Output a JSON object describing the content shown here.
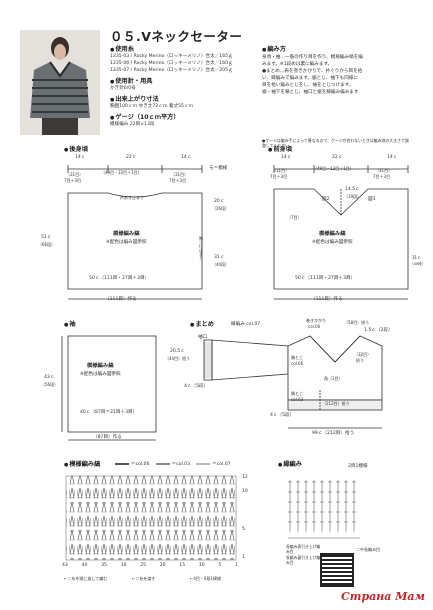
{
  "title": "０５.Vネックセーター",
  "materials": {
    "heading": "使用糸",
    "lines": [
      "1335-03 / Rocky Merino（ロッキーメリノ）合太／165ｇ",
      "1335-06 / Rocky Merino（ロッキーメリノ）合太／160ｇ",
      "1335-07 / Rocky Merino（ロッキーメリノ）合太／205ｇ"
    ],
    "needle_heading": "使用針・用具",
    "needle": "かぎ針6/0号",
    "size_heading": "出来上がり寸法",
    "size": "胸囲100ｃｍ ゆき丈72ｃｍ 着丈55ｃｍ",
    "gauge_heading": "ゲージ（10ｃｍ平方）",
    "gauge": "模様編み 22目×13段"
  },
  "method": {
    "heading": "編み方",
    "lines": [
      "身頃・袖…一筋の作り目を作り、模様編み縞を編",
      "みます。※1段めは裏に編みます。",
      "●まとめ…肩を巻きかがりで、衿ぐりから目を拾",
      "い、縁編みで編みます。脇とじ、袖下も同様に",
      "目を拾い編みとじをし、袖をとじつけます。",
      "裾・袖下を鎖とじ、袖口と裾を縁編み編みます"
    ],
    "note": "●ゲージは編み手によって異なるので、ゲージが合わないときは編み地の大きさで調整してください。"
  },
  "back": {
    "heading": "後身頃",
    "top_14a": "14ｃ",
    "top_22": "22ｃ",
    "top_14b": "14ｃ",
    "sub_a": "（31目）",
    "sub_a2": "7目＋3目",
    "sub_b": "（49目・12目＋1目）",
    "sub_c": "（31目）",
    "sub_c2": "7目＋3目",
    "neck": "衿あき止まり",
    "label": "模様編み縞",
    "label2": "※配色は編み図参照",
    "height": "51ｃ",
    "height_r": "（66段）",
    "side_a": "20ｃ",
    "side_a2": "（26段）",
    "side_b": "31ｃ",
    "side_b2": "（40段）",
    "side_stop": "袖つけ止まり",
    "bottom": "50ｃ（111目・27目＋3目）",
    "cast": "（111目）作る",
    "mark": "モ＝模様"
  },
  "front": {
    "heading": "前身頃",
    "top_14a": "14ｃ",
    "top_22": "22ｃ",
    "top_14b": "14ｃ",
    "sub_a": "（31目）",
    "sub_a2": "7目＋3目",
    "sub_b": "（49目・12目＋1目）",
    "sub_c": "（31目）",
    "sub_c2": "7目＋3目",
    "vdepth": "14.5ｃ",
    "vdepth2": "（19段）",
    "fig1": "図1",
    "fig2": "図2",
    "pick": "（7目）",
    "label": "模様編み縞",
    "label2": "※配色は編み図参照",
    "bottom": "50ｃ（111目・27目＋3目）",
    "cast": "（111目）作る",
    "height": "31ｃ",
    "height2": "（40段）"
  },
  "sleeve": {
    "heading": "袖",
    "height": "43ｃ",
    "height2": "（56段）",
    "label": "模様編み縞",
    "label2": "※配色は編み図参照",
    "bottom": "40ｃ（87目＝21目＋3目）",
    "cast": "（87目）作る"
  },
  "finish": {
    "heading": "まとめ",
    "heading_sub": "縁編み col.07",
    "cuff": "袖口",
    "cuff_w": "20.5ｃ",
    "cuff_w2": "（44目）拾う",
    "cuff_h": "4ｃ（5段）",
    "collar": "巻きかがり",
    "collar2": "col.06",
    "pickup": "（58目）拾う",
    "neck_w": "1.5ｃ（2段）",
    "neck_32": "（32目）",
    "neck_32b": "拾う",
    "side": "鎖とじ",
    "side2": "col.06",
    "side_b": "鎖とじ",
    "side_b2": "col.03",
    "corner": "角（1目）",
    "bottom_h": "4ｃ（5段）",
    "bottom_w": "99ｃ（212目）拾う",
    "bottom_top": "（212目）拾う"
  },
  "pattern": {
    "heading": "模様編み縞",
    "legend": [
      {
        "label": "＝col.06",
        "color": "#555555"
      },
      {
        "label": "＝col.03",
        "color": "#888888"
      },
      {
        "label": "＝col.07",
        "color": "#bbbbbb"
      }
    ],
    "row_nums": [
      "12",
      "10",
      "5",
      "1"
    ],
    "col_nums": [
      "43",
      "40",
      "35",
      "30",
      "25",
      "20",
      "15",
      "10",
      "5",
      "1"
    ],
    "foot1": "←＝糸を縦に渡して編む",
    "foot2": "←＝糸を渡す",
    "foot3": "←4目・6段1模様"
  },
  "edging": {
    "heading": "縁編み",
    "top": "2目1模様",
    "note1": "長編み表引き上げ編み目",
    "note2": "長編み裏引き上げ編み目",
    "foot": "←中長編み目",
    "legend_a": "長編み表引き上げ編み目",
    "legend_b": "長編み裏引き上げ編み目",
    "legend_c": "＝中長編み目"
  },
  "watermark": "Страна Мам"
}
